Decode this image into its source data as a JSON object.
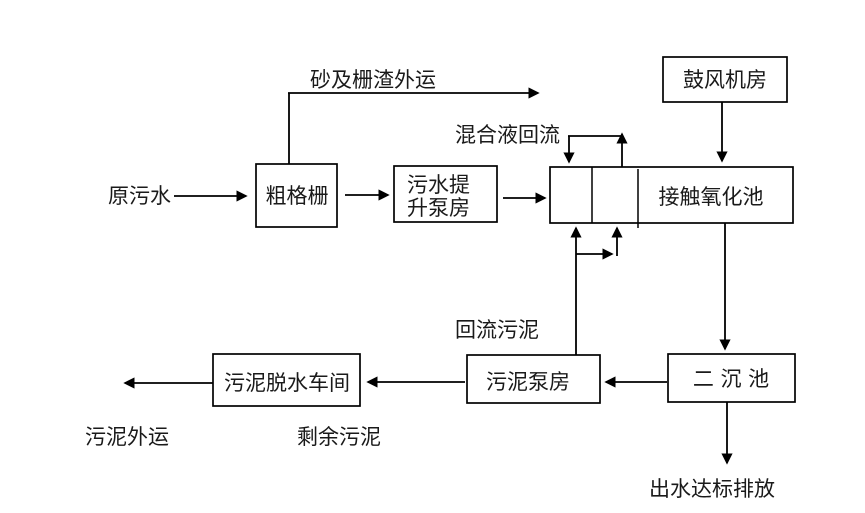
{
  "colors": {
    "line": "#000000",
    "text": "#1a1a1a",
    "background": "#ffffff"
  },
  "boxes": {
    "coarse_screen": {
      "label": "粗格栅"
    },
    "lift_pump_station": {
      "label_line1": "污水提",
      "label_line2": "升泵房"
    },
    "contact_oxidation_tank": {
      "label": "接触氧化池"
    },
    "blower_room": {
      "label": "鼓风机房"
    },
    "secondary_clarifier": {
      "label": "二 沉 池"
    },
    "sludge_pump_station": {
      "label": "污泥泵房"
    },
    "sludge_dewatering_workshop": {
      "label": "污泥脱水车间"
    }
  },
  "labels": {
    "raw_sewage": "原污水",
    "sand_and_screenings_hauling": "砂及栅渣外运",
    "mixed_liquor_recirculation": "混合液回流",
    "return_sludge": "回流污泥",
    "excess_sludge": "剩余污泥",
    "sludge_hauling": "污泥外运",
    "effluent_discharge": "出水达标排放"
  }
}
